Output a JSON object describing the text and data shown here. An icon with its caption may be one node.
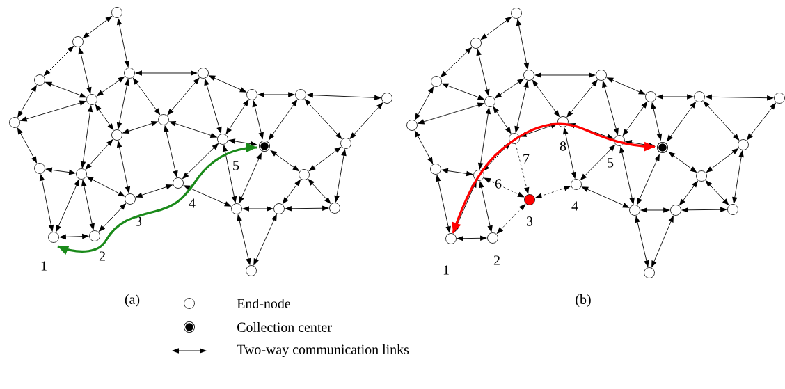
{
  "diagram": {
    "nodes": [
      {
        "text": [],
        "shape": "circle"
      },
      {
        "text": [],
        "shape": "circle"
      },
      {
        "text": [],
        "shape": "circle"
      },
      {
        "text": [],
        "shape": "circle"
      },
      {
        "text": [],
        "shape": "circle"
      },
      {
        "text": [],
        "shape": "circle"
      },
      {
        "text": [],
        "shape": "circle"
      },
      {
        "text": [],
        "shape": "circle"
      },
      {
        "text": [],
        "shape": "circle"
      },
      {
        "text": [],
        "shape": "circle"
      },
      {
        "text": [],
        "shape": "circle"
      },
      {
        "text": [],
        "shape": "circle",
        "beside": [
          "3"
        ]
      },
      {
        "text": [],
        "shape": "circle",
        "beside": [
          "4"
        ]
      },
      {
        "text": [],
        "shape": "circle",
        "beside": [
          "1"
        ]
      },
      {
        "text": [],
        "shape": "circle",
        "beside": [
          "2"
        ]
      },
      {
        "text": [],
        "shape": "circle",
        "beside": [
          "5"
        ]
      },
      {
        "text": [],
        "shape": "target"
      },
      {
        "text": [],
        "shape": "circle"
      },
      {
        "text": [],
        "shape": "circle"
      },
      {
        "text": [],
        "shape": "circle"
      },
      {
        "text": [],
        "shape": "circle"
      },
      {
        "text": [],
        "shape": "circle"
      },
      {
        "text": [],
        "shape": "circle"
      },
      {
        "text": [],
        "shape": "circle"
      },
      {
        "text": [],
        "shape": "circle"
      },
      {
        "text": [],
        "shape": "circle"
      },
      {
        "text": [],
        "shape": "circle"
      },
      {
        "text": [],
        "shape": "circle"
      },
      {
        "text": [],
        "shape": "circle"
      },
      {
        "text": [],
        "shape": "circle"
      },
      {
        "text": [],
        "shape": "circle"
      },
      {
        "text": [],
        "shape": "circle"
      },
      {
        "text": [],
        "shape": "circle",
        "beside": [
          "7"
        ]
      },
      {
        "text": [],
        "shape": "circle",
        "beside": [
          "8"
        ]
      },
      {
        "text": [],
        "shape": "circle"
      },
      {
        "text": [],
        "shape": "circle"
      },
      {
        "text": [],
        "shape": "circle",
        "beside": [
          "6"
        ]
      },
      {
        "text": [],
        "shape": "dot",
        "beside": [
          "3"
        ]
      },
      {
        "text": [],
        "shape": "circle",
        "beside": [
          "4"
        ]
      },
      {
        "text": [],
        "shape": "circle",
        "beside": [
          "1"
        ]
      },
      {
        "text": [],
        "shape": "circle",
        "beside": [
          "2"
        ]
      },
      {
        "text": [],
        "shape": "circle",
        "beside": [
          "5"
        ]
      },
      {
        "text": [],
        "shape": "target"
      },
      {
        "text": [],
        "shape": "circle"
      },
      {
        "text": [],
        "shape": "circle"
      },
      {
        "text": [],
        "shape": "circle"
      },
      {
        "text": [],
        "shape": "circle"
      },
      {
        "text": [],
        "shape": "circle"
      },
      {
        "text": [],
        "shape": "circle"
      },
      {
        "text": [],
        "shape": "circle"
      },
      {
        "text": [],
        "shape": "circle"
      },
      {
        "text": [],
        "shape": "circle"
      }
    ],
    "edges": [
      {
        "from": 0,
        "to": 1,
        "arrow": "both"
      },
      {
        "from": 0,
        "to": 4,
        "arrow": "both"
      },
      {
        "from": 1,
        "to": 2,
        "arrow": "both"
      },
      {
        "from": 1,
        "to": 3,
        "arrow": "both"
      },
      {
        "from": 2,
        "to": 3,
        "arrow": "both"
      },
      {
        "from": 2,
        "to": 5,
        "arrow": "both"
      },
      {
        "from": 5,
        "to": 3,
        "arrow": "both"
      },
      {
        "from": 4,
        "to": 3,
        "arrow": "both"
      },
      {
        "from": 4,
        "to": 8,
        "arrow": "both"
      },
      {
        "from": 4,
        "to": 6,
        "arrow": "both"
      },
      {
        "from": 4,
        "to": 7,
        "arrow": "both"
      },
      {
        "from": 8,
        "to": 7,
        "arrow": "both"
      },
      {
        "from": 3,
        "to": 6,
        "arrow": "both"
      },
      {
        "from": 3,
        "to": 10,
        "arrow": "both"
      },
      {
        "from": 5,
        "to": 9,
        "arrow": "both"
      },
      {
        "from": 9,
        "to": 10,
        "arrow": "both"
      },
      {
        "from": 9,
        "to": 13,
        "arrow": "both"
      },
      {
        "from": 10,
        "to": 13,
        "arrow": "both"
      },
      {
        "from": 10,
        "to": 14,
        "arrow": "both"
      },
      {
        "from": 10,
        "to": 11,
        "arrow": "both"
      },
      {
        "from": 10,
        "to": 6,
        "arrow": "both"
      },
      {
        "from": 6,
        "to": 11,
        "arrow": "both"
      },
      {
        "from": 6,
        "to": 7,
        "arrow": "both"
      },
      {
        "from": 7,
        "to": 12,
        "arrow": "both"
      },
      {
        "from": 11,
        "to": 12,
        "arrow": "both"
      },
      {
        "from": 13,
        "to": 14,
        "arrow": "both"
      },
      {
        "from": 14,
        "to": 11,
        "arrow": "both"
      },
      {
        "from": 8,
        "to": 17,
        "arrow": "both"
      },
      {
        "from": 8,
        "to": 15,
        "arrow": "both"
      },
      {
        "from": 17,
        "to": 15,
        "arrow": "both"
      },
      {
        "from": 17,
        "to": 16,
        "arrow": "both"
      },
      {
        "from": 17,
        "to": 18,
        "arrow": "both"
      },
      {
        "from": 18,
        "to": 16,
        "arrow": "both"
      },
      {
        "from": 18,
        "to": 19,
        "arrow": "both"
      },
      {
        "from": 18,
        "to": 20,
        "arrow": "both"
      },
      {
        "from": 19,
        "to": 20,
        "arrow": "both"
      },
      {
        "from": 15,
        "to": 16,
        "arrow": "both"
      },
      {
        "from": 15,
        "to": 22,
        "arrow": "both"
      },
      {
        "from": 15,
        "to": 12,
        "arrow": "both"
      },
      {
        "from": 12,
        "to": 22,
        "arrow": "both"
      },
      {
        "from": 16,
        "to": 22,
        "arrow": "both"
      },
      {
        "from": 16,
        "to": 21,
        "arrow": "both"
      },
      {
        "from": 20,
        "to": 21,
        "arrow": "both"
      },
      {
        "from": 20,
        "to": 24,
        "arrow": "both"
      },
      {
        "from": 21,
        "to": 23,
        "arrow": "both"
      },
      {
        "from": 21,
        "to": 24,
        "arrow": "both"
      },
      {
        "from": 22,
        "to": 23,
        "arrow": "both"
      },
      {
        "from": 23,
        "to": 24,
        "arrow": "both"
      },
      {
        "from": 22,
        "to": 25,
        "arrow": "both"
      },
      {
        "from": 23,
        "to": 25,
        "arrow": "both"
      },
      {
        "from": 7,
        "to": 15,
        "arrow": "both"
      },
      {
        "from": 13,
        "to": 16,
        "arrow": "both",
        "style": "thick",
        "color": "#1a8a1a"
      },
      {
        "from": 26,
        "to": 27,
        "arrow": "both"
      },
      {
        "from": 26,
        "to": 30,
        "arrow": "both"
      },
      {
        "from": 27,
        "to": 28,
        "arrow": "both"
      },
      {
        "from": 27,
        "to": 29,
        "arrow": "both"
      },
      {
        "from": 28,
        "to": 29,
        "arrow": "both"
      },
      {
        "from": 28,
        "to": 31,
        "arrow": "both"
      },
      {
        "from": 31,
        "to": 29,
        "arrow": "both"
      },
      {
        "from": 30,
        "to": 29,
        "arrow": "both"
      },
      {
        "from": 30,
        "to": 34,
        "arrow": "both"
      },
      {
        "from": 30,
        "to": 32,
        "arrow": "both"
      },
      {
        "from": 30,
        "to": 33,
        "arrow": "both"
      },
      {
        "from": 34,
        "to": 33,
        "arrow": "both"
      },
      {
        "from": 29,
        "to": 32,
        "arrow": "both"
      },
      {
        "from": 29,
        "to": 36,
        "arrow": "both"
      },
      {
        "from": 31,
        "to": 35,
        "arrow": "both"
      },
      {
        "from": 35,
        "to": 36,
        "arrow": "both"
      },
      {
        "from": 35,
        "to": 39,
        "arrow": "both"
      },
      {
        "from": 36,
        "to": 39,
        "arrow": "both"
      },
      {
        "from": 36,
        "to": 40,
        "arrow": "both"
      },
      {
        "from": 36,
        "to": 37,
        "arrow": "both",
        "style": "dashed"
      },
      {
        "from": 36,
        "to": 32,
        "arrow": "both"
      },
      {
        "from": 32,
        "to": 37,
        "arrow": "to",
        "style": "dashed"
      },
      {
        "from": 32,
        "to": 33,
        "arrow": "both"
      },
      {
        "from": 33,
        "to": 38,
        "arrow": "both"
      },
      {
        "from": 37,
        "to": 38,
        "arrow": "both",
        "style": "dashed"
      },
      {
        "from": 39,
        "to": 40,
        "arrow": "both"
      },
      {
        "from": 40,
        "to": 37,
        "arrow": "both",
        "style": "dashed"
      },
      {
        "from": 34,
        "to": 43,
        "arrow": "both"
      },
      {
        "from": 34,
        "to": 41,
        "arrow": "both"
      },
      {
        "from": 43,
        "to": 41,
        "arrow": "both"
      },
      {
        "from": 43,
        "to": 42,
        "arrow": "both"
      },
      {
        "from": 43,
        "to": 44,
        "arrow": "both"
      },
      {
        "from": 44,
        "to": 42,
        "arrow": "both"
      },
      {
        "from": 44,
        "to": 45,
        "arrow": "both"
      },
      {
        "from": 44,
        "to": 46,
        "arrow": "both"
      },
      {
        "from": 45,
        "to": 46,
        "arrow": "both"
      },
      {
        "from": 41,
        "to": 42,
        "arrow": "both"
      },
      {
        "from": 41,
        "to": 48,
        "arrow": "both"
      },
      {
        "from": 41,
        "to": 38,
        "arrow": "both"
      },
      {
        "from": 38,
        "to": 48,
        "arrow": "both"
      },
      {
        "from": 42,
        "to": 48,
        "arrow": "both"
      },
      {
        "from": 42,
        "to": 47,
        "arrow": "both"
      },
      {
        "from": 46,
        "to": 47,
        "arrow": "both"
      },
      {
        "from": 46,
        "to": 50,
        "arrow": "both"
      },
      {
        "from": 47,
        "to": 49,
        "arrow": "both"
      },
      {
        "from": 47,
        "to": 50,
        "arrow": "both"
      },
      {
        "from": 48,
        "to": 49,
        "arrow": "both"
      },
      {
        "from": 49,
        "to": 50,
        "arrow": "both"
      },
      {
        "from": 48,
        "to": 51,
        "arrow": "both"
      },
      {
        "from": 49,
        "to": 51,
        "arrow": "both"
      },
      {
        "from": 33,
        "to": 41,
        "arrow": "both"
      },
      {
        "from": 39,
        "to": 42,
        "arrow": "both",
        "style": "thick",
        "color": "#ff0000"
      }
    ],
    "labels": [
      "(a)",
      "(b)"
    ],
    "legend": [
      {
        "text": "End-node"
      },
      {
        "text": "Collection center"
      },
      {
        "text": "Two-way communication links"
      }
    ]
  }
}
